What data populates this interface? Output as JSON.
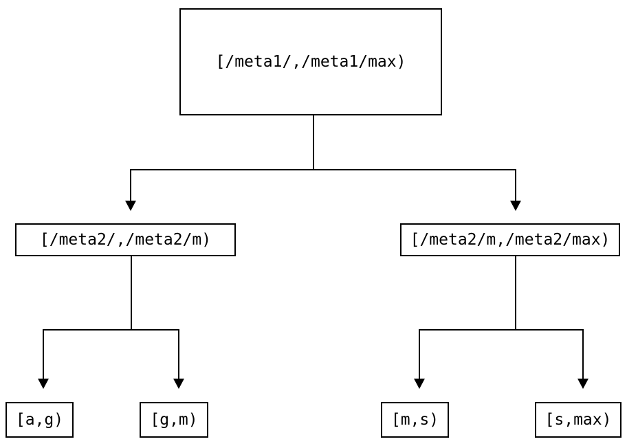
{
  "diagram": {
    "type": "binary-interval-tree",
    "background_color": "#ffffff",
    "line_color": "#000000",
    "text_color": "#000000",
    "arrow_style": "filled-down-triangle",
    "nodes": {
      "root": {
        "label": "[/meta1/,/meta1/max)"
      },
      "meta2_left": {
        "label": "[/meta2/,/meta2/m)"
      },
      "meta2_right": {
        "label": "[/meta2/m,/meta2/max)"
      },
      "leaf_ag": {
        "label": "[a,g)"
      },
      "leaf_gm": {
        "label": "[g,m)"
      },
      "leaf_ms": {
        "label": "[m,s)"
      },
      "leaf_smax": {
        "label": "[s,max)"
      }
    },
    "edges": [
      {
        "from": "root",
        "to": "meta2_left"
      },
      {
        "from": "root",
        "to": "meta2_right"
      },
      {
        "from": "meta2_left",
        "to": "leaf_ag"
      },
      {
        "from": "meta2_left",
        "to": "leaf_gm"
      },
      {
        "from": "meta2_right",
        "to": "leaf_ms"
      },
      {
        "from": "meta2_right",
        "to": "leaf_smax"
      }
    ]
  }
}
